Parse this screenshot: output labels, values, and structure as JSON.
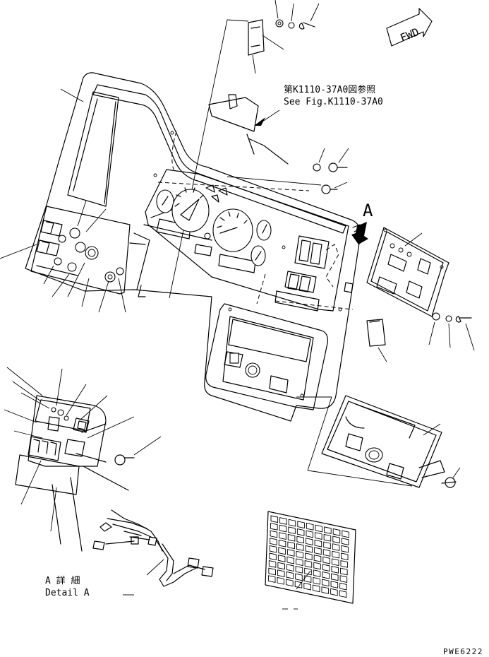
{
  "fwd_label": "FWD",
  "ref_note": {
    "line_jp": "第K1110-37A0図参照",
    "line_en": "See Fig.K1110-37A0"
  },
  "callout_a": "A",
  "detail": {
    "line_jp": "A 詳 細",
    "line_en": "Detail A"
  },
  "drawing_number": "PWE6222"
}
